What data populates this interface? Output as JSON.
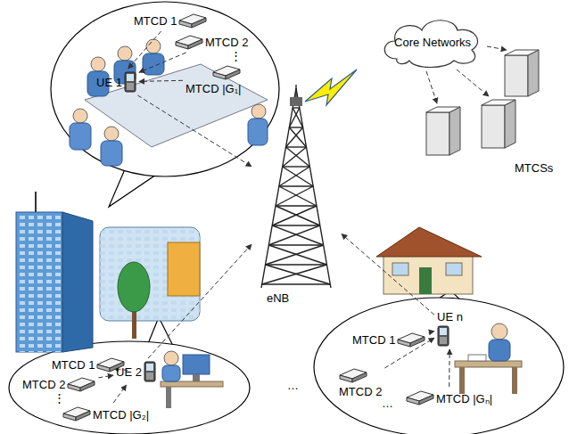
{
  "diagram": {
    "nodes": [
      {
        "text": [
          "MTCD 1"
        ]
      },
      {
        "text": [
          "MTCD 2"
        ]
      },
      {
        "text": [
          "MTCD |G₁|"
        ]
      },
      {
        "text": [
          "UE 1"
        ]
      },
      {
        "text": [
          "Core Networks"
        ]
      },
      {
        "text": [
          "eNB"
        ]
      },
      {
        "text": [
          "MTCD 1"
        ]
      },
      {
        "text": [
          "MTCD 2"
        ]
      },
      {
        "text": [
          "UE 2"
        ]
      },
      {
        "text": [
          "MTCD |G₂|"
        ]
      },
      {
        "text": [
          "MTCD 1"
        ]
      },
      {
        "text": [
          "MTCD 2"
        ]
      },
      {
        "text": [
          "UE n"
        ]
      },
      {
        "text": [
          "MTCD |Gₙ|"
        ]
      }
    ],
    "edges": [
      {
        "from": 0,
        "to": 3,
        "arrow": "to"
      },
      {
        "from": 1,
        "to": 3,
        "arrow": "to"
      },
      {
        "from": 2,
        "to": 3,
        "arrow": "to"
      },
      {
        "from": 3,
        "to": 5,
        "arrow": "to"
      },
      {
        "from": 6,
        "to": 8,
        "arrow": "to"
      },
      {
        "from": 7,
        "to": 8,
        "arrow": "to"
      },
      {
        "from": 9,
        "to": 8,
        "arrow": "to"
      },
      {
        "from": 8,
        "to": 5,
        "arrow": "to"
      },
      {
        "from": 10,
        "to": 12,
        "arrow": "to"
      },
      {
        "from": 11,
        "to": 12,
        "arrow": "to"
      },
      {
        "from": 13,
        "to": 12,
        "arrow": "to"
      },
      {
        "from": 12,
        "to": 5,
        "arrow": "to"
      }
    ],
    "labels": [
      "MTCSs",
      "⋮",
      "⋮",
      "…",
      "…"
    ]
  }
}
